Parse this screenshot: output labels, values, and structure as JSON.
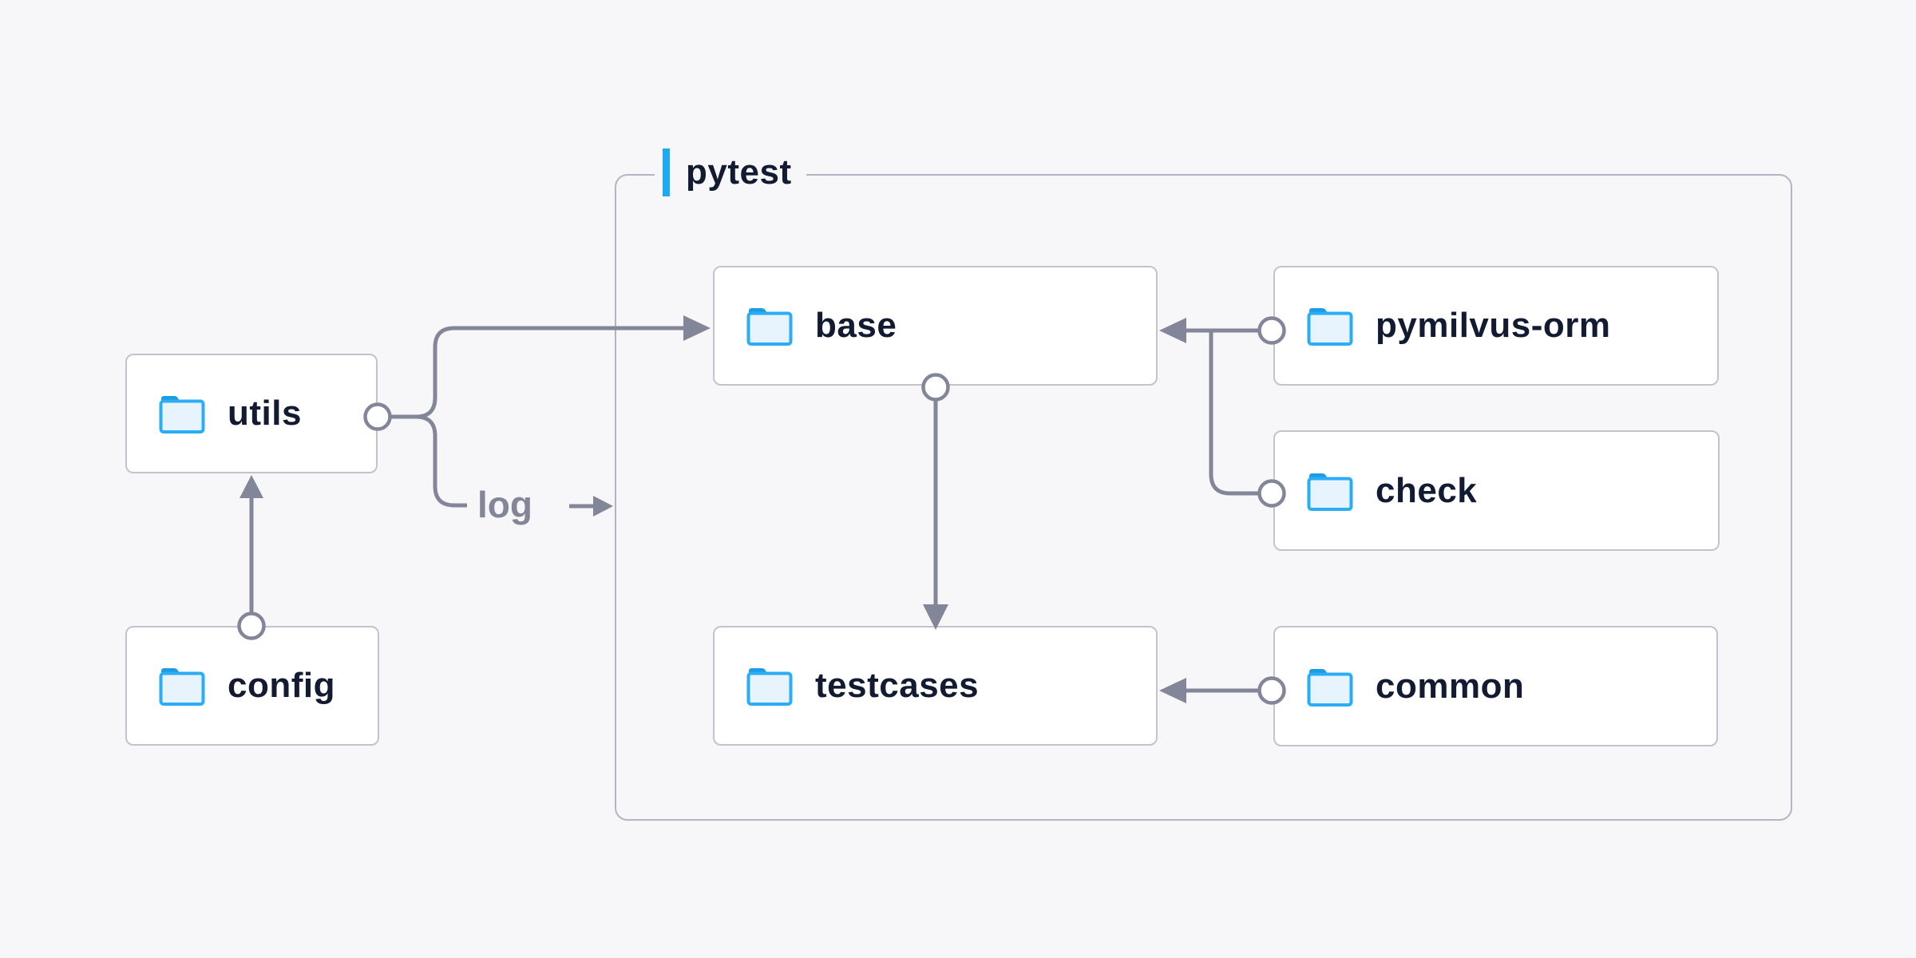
{
  "diagram": {
    "container": {
      "label": "pytest"
    },
    "nodes": [
      {
        "id": "utils",
        "label": "utils"
      },
      {
        "id": "config",
        "label": "config"
      },
      {
        "id": "base",
        "label": "base"
      },
      {
        "id": "pymilvus-orm",
        "label": "pymilvus-orm"
      },
      {
        "id": "check",
        "label": "check"
      },
      {
        "id": "testcases",
        "label": "testcases"
      },
      {
        "id": "common",
        "label": "common"
      }
    ],
    "edge_label": {
      "text": "log"
    },
    "edges": [
      {
        "from": "config",
        "to": "utils"
      },
      {
        "from": "utils",
        "to": "base"
      },
      {
        "from": "utils",
        "to": "log"
      },
      {
        "from": "pymilvus-orm",
        "to": "base"
      },
      {
        "from": "check",
        "to": "base"
      },
      {
        "from": "base",
        "to": "testcases"
      },
      {
        "from": "common",
        "to": "testcases"
      }
    ],
    "colors": {
      "background": "#f7f7f9",
      "accent_blue": "#1caaf2",
      "folder_blue": "#2aadf4",
      "line_gray": "#838698",
      "box_border": "#c3c3ce",
      "container_border": "#b5b5c2",
      "text_navy": "#131b33"
    }
  }
}
